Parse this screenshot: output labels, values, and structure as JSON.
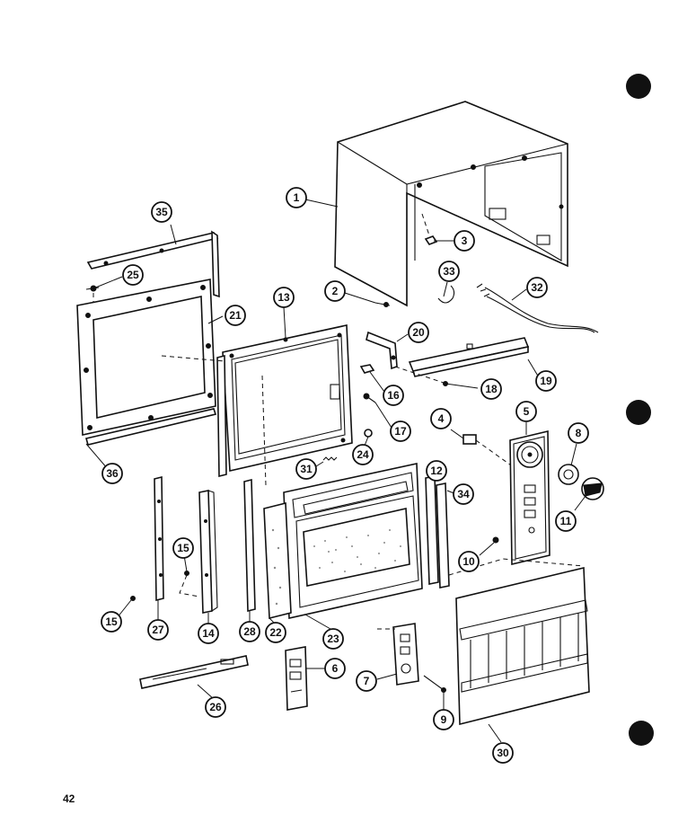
{
  "page_number": "42",
  "callouts": [
    {
      "id": "c1",
      "label": "1"
    },
    {
      "id": "c2",
      "label": "2"
    },
    {
      "id": "c3",
      "label": "3"
    },
    {
      "id": "c4",
      "label": "4"
    },
    {
      "id": "c5",
      "label": "5"
    },
    {
      "id": "c6",
      "label": "6"
    },
    {
      "id": "c7",
      "label": "7"
    },
    {
      "id": "c8",
      "label": "8"
    },
    {
      "id": "c9",
      "label": "9"
    },
    {
      "id": "c10",
      "label": "10"
    },
    {
      "id": "c11",
      "label": "11"
    },
    {
      "id": "c12",
      "label": "12"
    },
    {
      "id": "c13",
      "label": "13"
    },
    {
      "id": "c14",
      "label": "14"
    },
    {
      "id": "c15a",
      "label": "15"
    },
    {
      "id": "c15b",
      "label": "15"
    },
    {
      "id": "c16",
      "label": "16"
    },
    {
      "id": "c17",
      "label": "17"
    },
    {
      "id": "c18",
      "label": "18"
    },
    {
      "id": "c19",
      "label": "19"
    },
    {
      "id": "c20",
      "label": "20"
    },
    {
      "id": "c21",
      "label": "21"
    },
    {
      "id": "c22",
      "label": "22"
    },
    {
      "id": "c23",
      "label": "23"
    },
    {
      "id": "c24",
      "label": "24"
    },
    {
      "id": "c25",
      "label": "25"
    },
    {
      "id": "c26",
      "label": "26"
    },
    {
      "id": "c27",
      "label": "27"
    },
    {
      "id": "c28",
      "label": "28"
    },
    {
      "id": "c30",
      "label": "30"
    },
    {
      "id": "c31",
      "label": "31"
    },
    {
      "id": "c32",
      "label": "32"
    },
    {
      "id": "c33",
      "label": "33"
    },
    {
      "id": "c34",
      "label": "34"
    },
    {
      "id": "c35",
      "label": "35"
    },
    {
      "id": "c36",
      "label": "36"
    }
  ]
}
